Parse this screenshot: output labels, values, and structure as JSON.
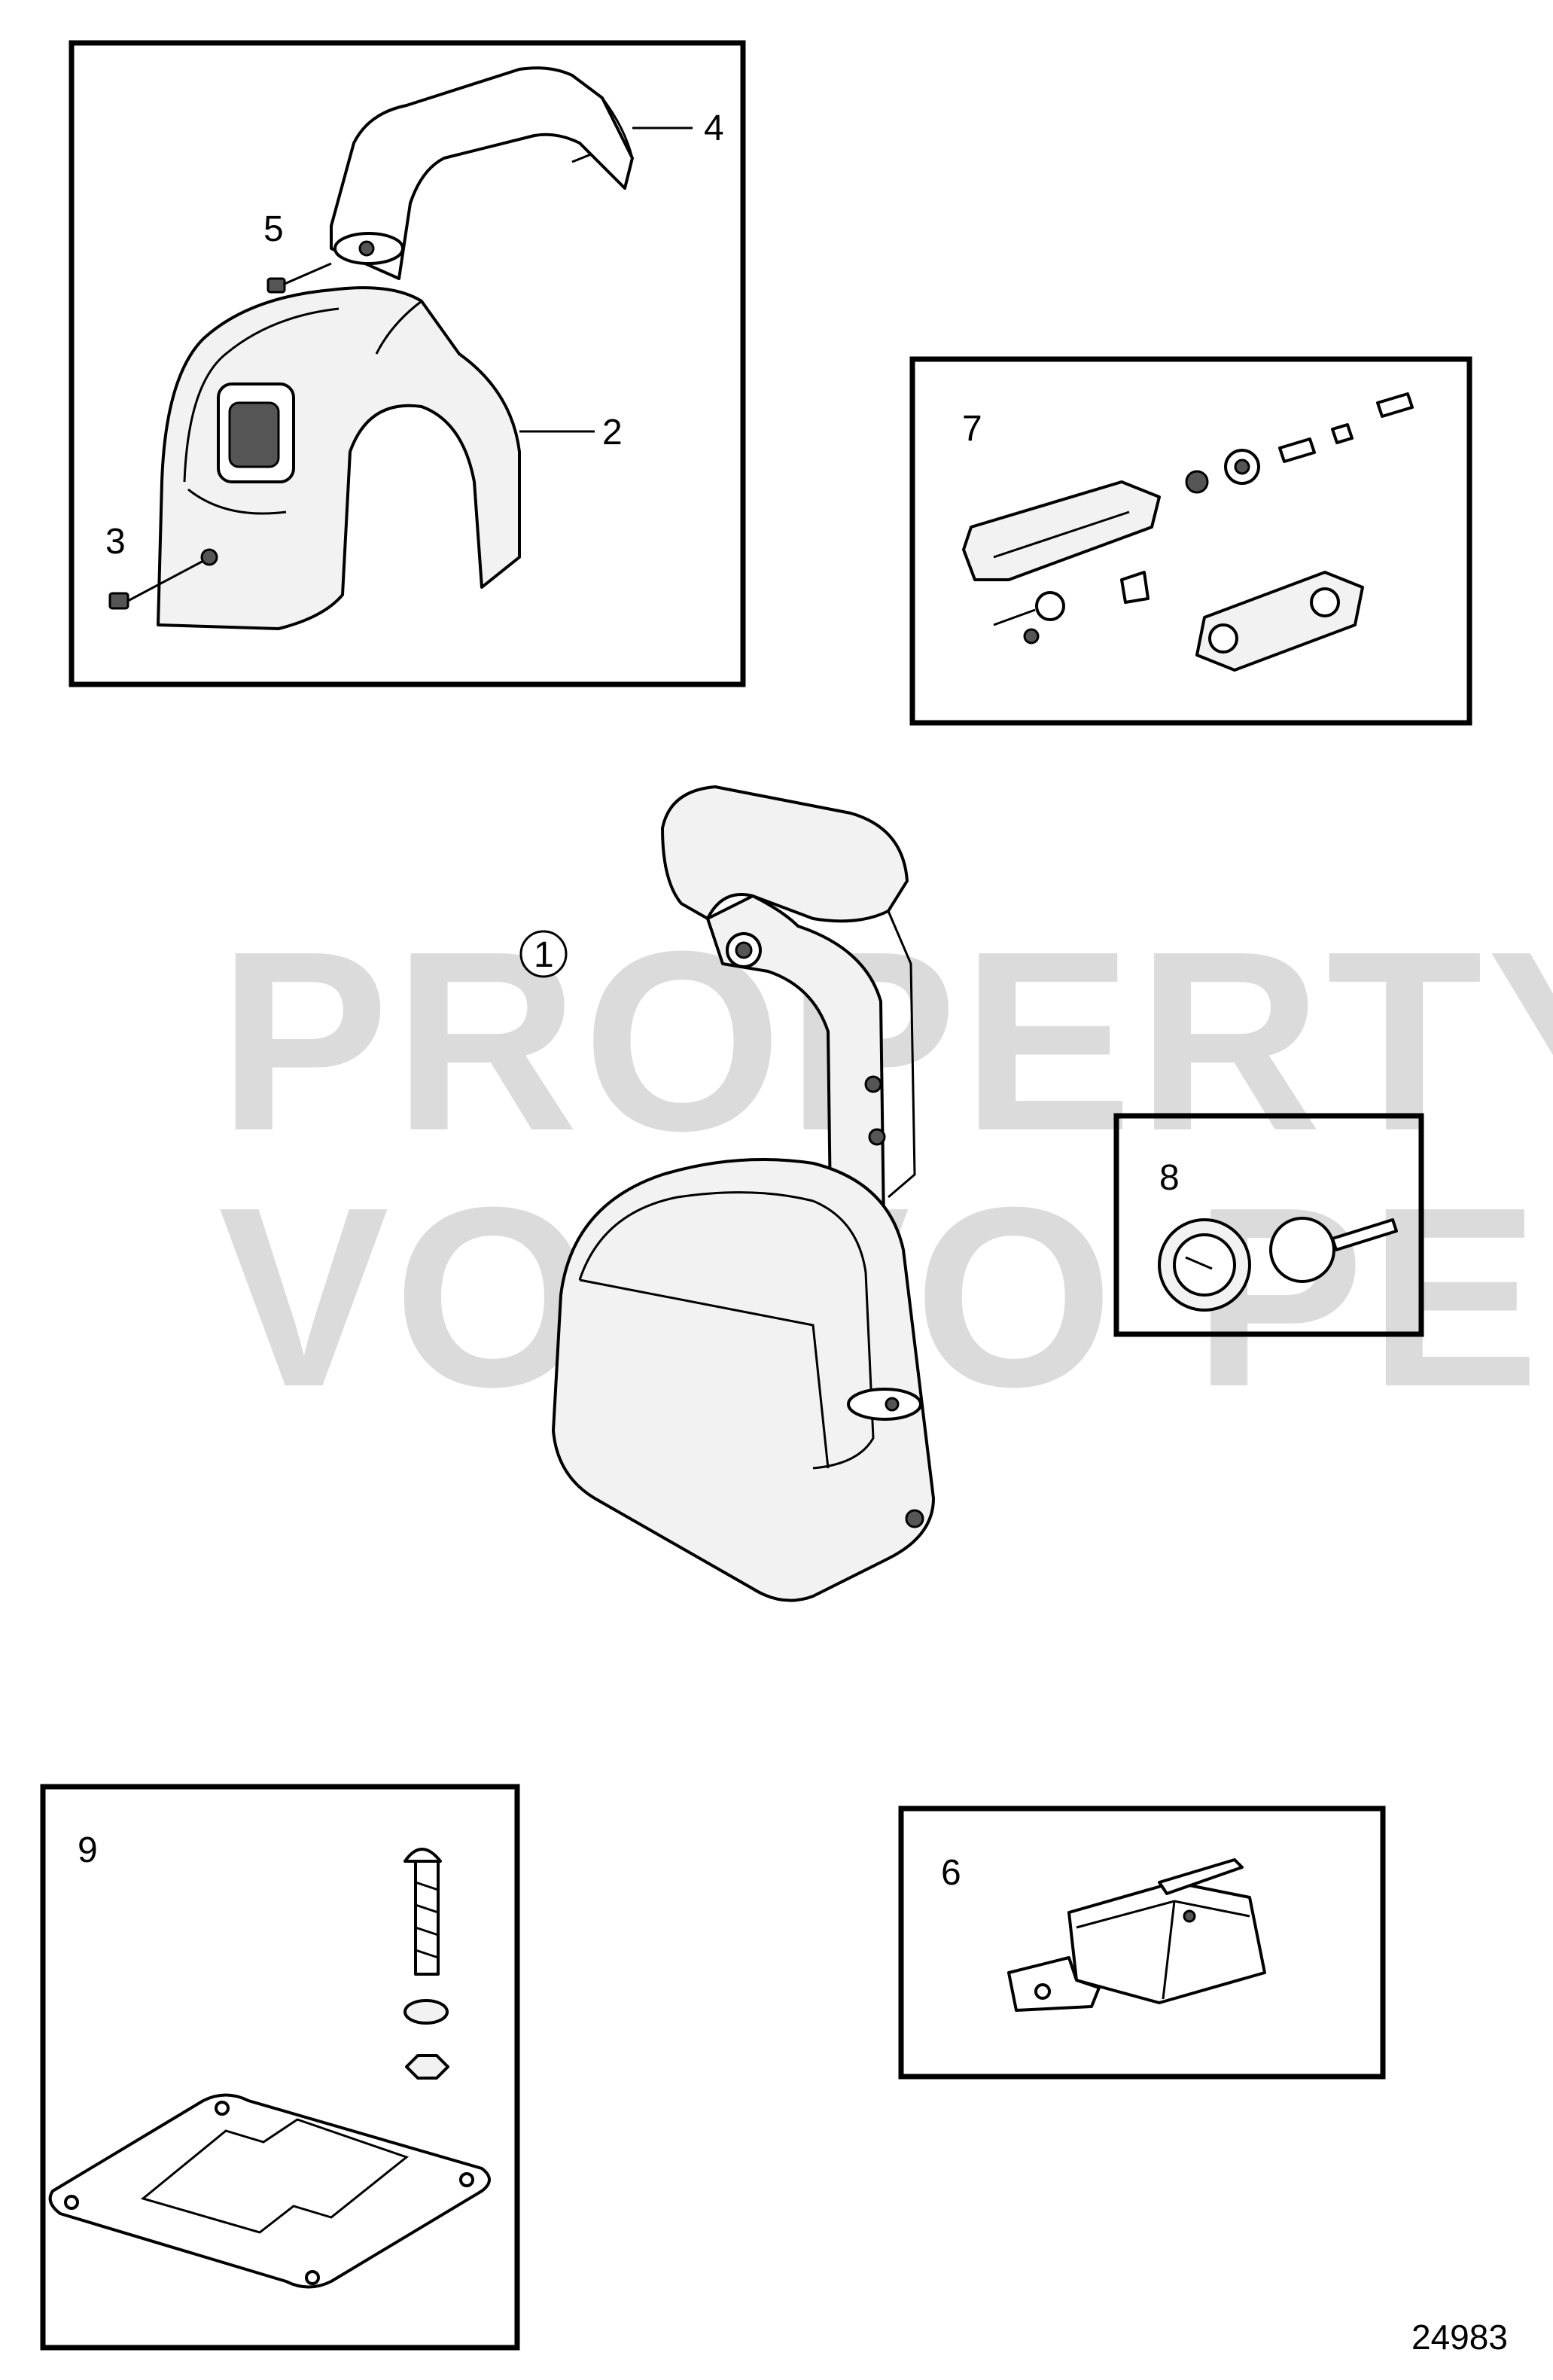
{
  "watermark": {
    "line1": "PROPERTY OF",
    "line2": "VOLVO PENTA"
  },
  "callouts": {
    "c1": "1",
    "c2": "2",
    "c3": "3",
    "c4": "4",
    "c5": "5",
    "c6": "6",
    "c7": "7",
    "c8": "8",
    "c9": "9"
  },
  "reference_number": "24983"
}
